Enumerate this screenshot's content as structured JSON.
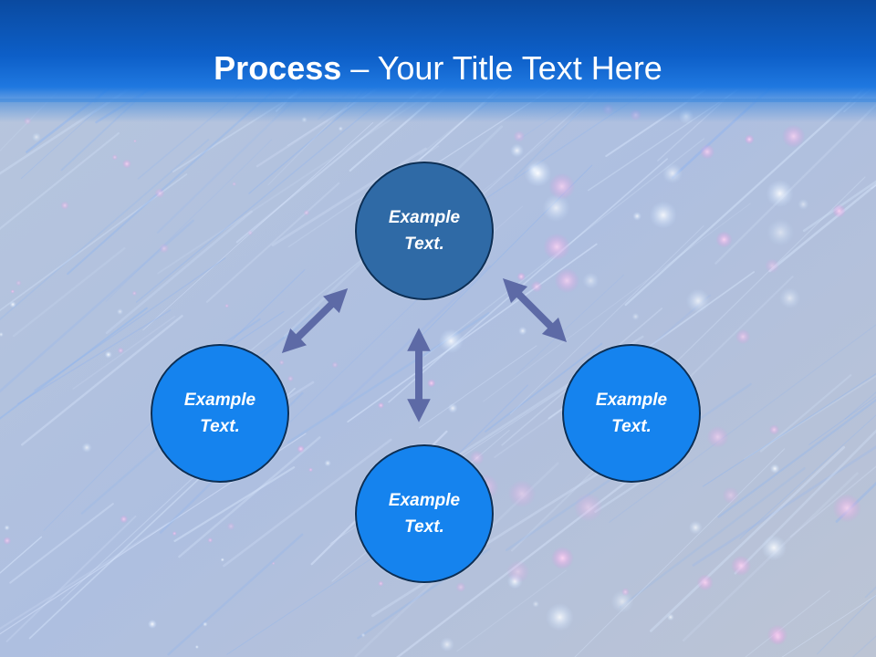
{
  "title": {
    "bold": "Process",
    "dash": " – ",
    "rest": "Your Title Text Here"
  },
  "nodes": {
    "top": {
      "line1": "Example",
      "line2": "Text."
    },
    "left": {
      "line1": "Example",
      "line2": "Text."
    },
    "bottom": {
      "line1": "Example",
      "line2": "Text."
    },
    "right": {
      "line1": "Example",
      "line2": "Text."
    }
  },
  "colors": {
    "title_bar": "#0d5fc8",
    "node_top": "#2f6aa6",
    "node_other": "#1583ee",
    "node_border": "#0d2f55",
    "arrow": "#5d6aa6"
  }
}
